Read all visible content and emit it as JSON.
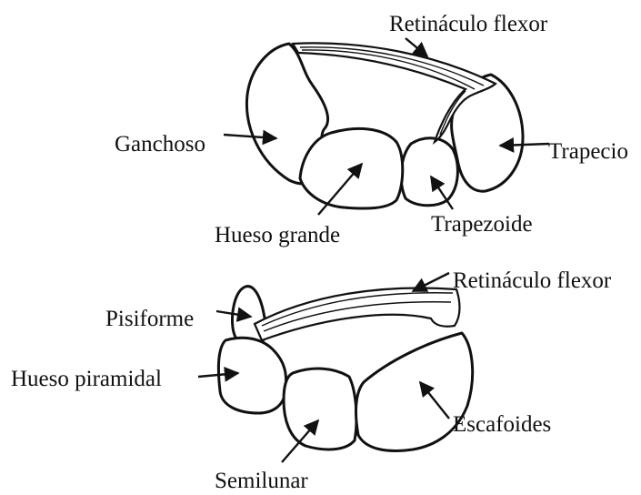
{
  "labels": {
    "top_retinaculum": "Retináculo flexor",
    "hamate": "Ganchoso",
    "trapezium": "Trapecio",
    "capitate": "Hueso grande",
    "trapezoid": "Trapezoide",
    "bottom_retinaculum": "Retináculo flexor",
    "pisiform": "Pisiforme",
    "triquetrum": "Hueso piramidal",
    "scaphoid": "Escafoides",
    "lunate": "Semilunar"
  }
}
